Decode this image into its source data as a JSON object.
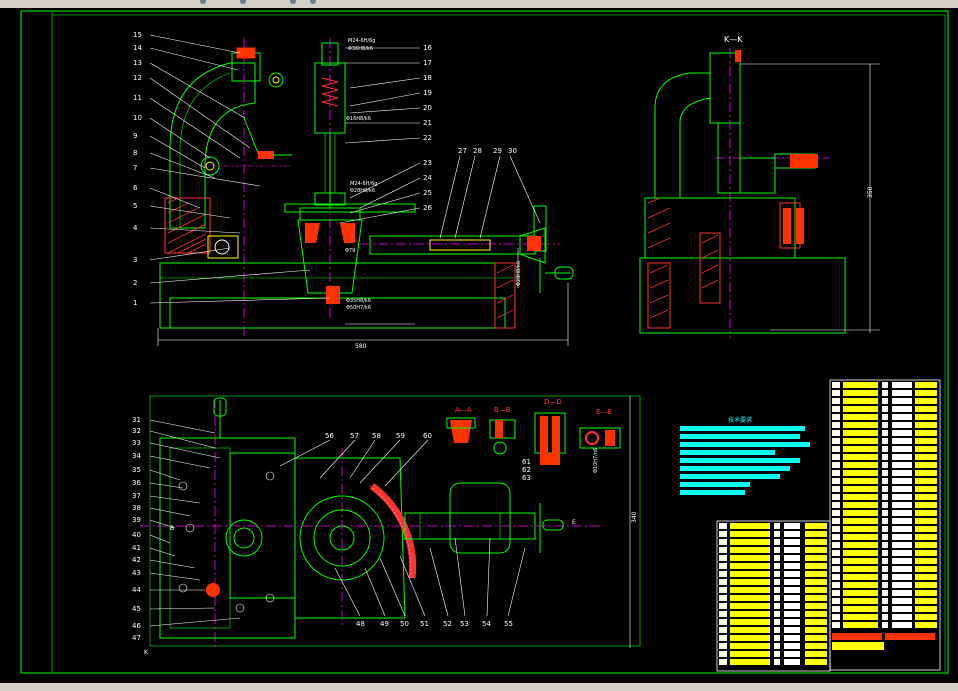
{
  "labels": {
    "section_kk": "K—K",
    "section_aa": "A—A",
    "section_bb": "B—B",
    "section_dd": "D—D",
    "section_ee": "E—E",
    "tech_title": "技术要求",
    "dim_overall": "580",
    "dim_height": "350",
    "dim_width_bottom": "340",
    "dim_small": "Φ79",
    "callout_k": "K",
    "callout_b": "B",
    "callout_e": "E"
  },
  "annotations": {
    "fit1": "M24-6H/6g",
    "fit2": "Φ36H8/k6",
    "fit3": "Φ16H8/k6",
    "fit4": "M24-6H/6g",
    "fit5": "Φ28H8/k6",
    "fit6": "Φ35H8/k6",
    "fit7": "Φ50H7/k6",
    "fit8": "Φ28H8/k6",
    "fit9": "Φ10H7/n6"
  },
  "callouts_left": [
    "15",
    "14",
    "13",
    "12",
    "11",
    "10",
    "9",
    "8",
    "7",
    "6",
    "5",
    "4",
    "3",
    "2",
    "1"
  ],
  "callouts_right": [
    "16",
    "17",
    "18",
    "19",
    "20",
    "21",
    "22",
    "23",
    "24",
    "25",
    "26"
  ],
  "callouts_top": [
    "27",
    "28",
    "29",
    "30"
  ],
  "callouts_bottom_left": [
    "31",
    "32",
    "33",
    "34",
    "35",
    "36",
    "37",
    "38",
    "39",
    "40",
    "41",
    "42",
    "43",
    "44",
    "45",
    "46",
    "47"
  ],
  "callouts_bottom_top": [
    "56",
    "57",
    "58",
    "59",
    "60"
  ],
  "callouts_bottom_row": [
    "48",
    "49",
    "50",
    "51",
    "52",
    "53",
    "54",
    "55"
  ],
  "callouts_section": [
    "61",
    "62",
    "63"
  ],
  "colors": {
    "outline": "#00ff00",
    "cyan": "#00ffff",
    "magenta": "#ff00ff",
    "yellow": "#ffff00",
    "white": "#ffffff",
    "red": "#ff0000",
    "orange": "#ff8000",
    "hatch": "#ff3333",
    "blue": "#3366ff"
  }
}
